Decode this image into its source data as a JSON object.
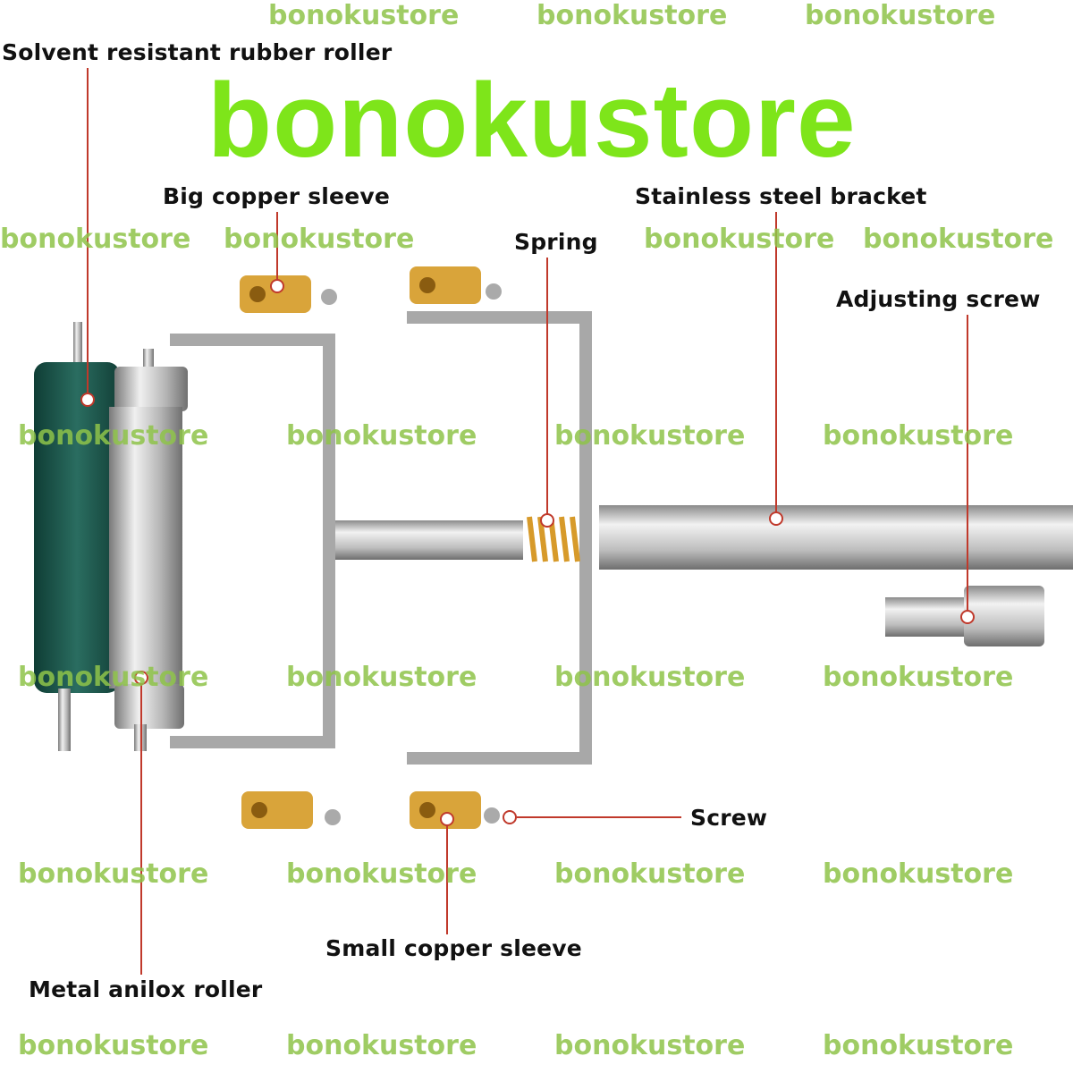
{
  "labels": {
    "rubber_roller": "Solvent resistant rubber roller",
    "spring": "Spring",
    "big_copper": "Big copper sleeve",
    "bracket": "Stainless steel bracket",
    "adjusting_screw": "Adjusting screw",
    "screw": "Screw",
    "small_copper": "Small copper sleeve",
    "anilox": "Metal anilox roller"
  },
  "watermark": "bonokustore",
  "colors": {
    "leader": "#c0392b",
    "rubber": "#1f5a4e",
    "copper": "#d9a43a",
    "steel": "#c8c8c8",
    "watermark": "#7ee51a"
  }
}
